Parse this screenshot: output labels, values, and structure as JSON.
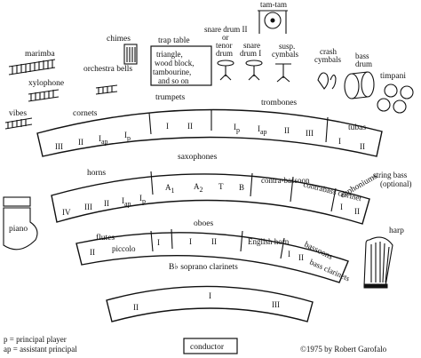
{
  "rows": {
    "clarinets": {
      "title": "B♭ soprano clarinets",
      "cells": [
        "II",
        "I",
        "III"
      ]
    },
    "flutes": {
      "title": "flutes",
      "cells": [
        "II",
        "piccolo",
        "I"
      ]
    },
    "oboes": {
      "title": "oboes",
      "cells": [
        "I",
        "II"
      ]
    },
    "bassoons": {
      "title": "bassoons",
      "cells": [
        "English horn",
        "I",
        "II",
        "bass clarinets"
      ]
    },
    "horns": {
      "title": "horns",
      "cells": [
        "IV",
        "III",
        "II",
        "I",
        "ap",
        "I",
        "p"
      ]
    },
    "saxophones": {
      "title": "saxophones",
      "cells": [
        "A",
        "1",
        "A",
        "2",
        "T",
        "B"
      ]
    },
    "contrabassoon": "contra-bassoon",
    "contrabass_clarinet": "contrabass clarinet",
    "euphoniums": {
      "title": "euphoniums",
      "cells": [
        "I",
        "II"
      ]
    },
    "cornets": {
      "title": "cornets",
      "cells": [
        "III",
        "II",
        "I",
        "ap",
        "I",
        "p"
      ]
    },
    "trumpets": {
      "title": "trumpets",
      "cells": [
        "I",
        "II"
      ]
    },
    "trombones": {
      "title": "trombones",
      "cells": [
        "I",
        "p",
        "I",
        "ap",
        "II",
        "III"
      ]
    },
    "tubas": {
      "title": "tubas",
      "cells": [
        "I",
        "II"
      ]
    }
  },
  "percussion": {
    "marimba": "marimba",
    "xylophone": "xylophone",
    "vibes": "vibes",
    "chimes": "chimes",
    "orchestra_bells": "orchestra bells",
    "trap_table": "trap table",
    "trap_table_contents": [
      "triangle,",
      "wood block,",
      "tambourine,",
      "and so on"
    ],
    "snare_drum_ii": [
      "snare drum II",
      "or",
      "tenor",
      "drum"
    ],
    "snare_drum_i": [
      "snare",
      "drum I"
    ],
    "tam_tam": "tam-tam",
    "susp_cymbals": [
      "susp.",
      "cymbals"
    ],
    "crash_cymbals": [
      "crash",
      "cymbals"
    ],
    "bass_drum": [
      "bass",
      "drum"
    ],
    "timpani": "timpani"
  },
  "others": {
    "string_bass": [
      "string bass",
      "(optional)"
    ],
    "piano": "piano",
    "harp": "harp",
    "conductor": "conductor"
  },
  "legend": [
    "p = principal player",
    "ap = assistant principal"
  ],
  "copyright": "©1975 by Robert Garofalo"
}
